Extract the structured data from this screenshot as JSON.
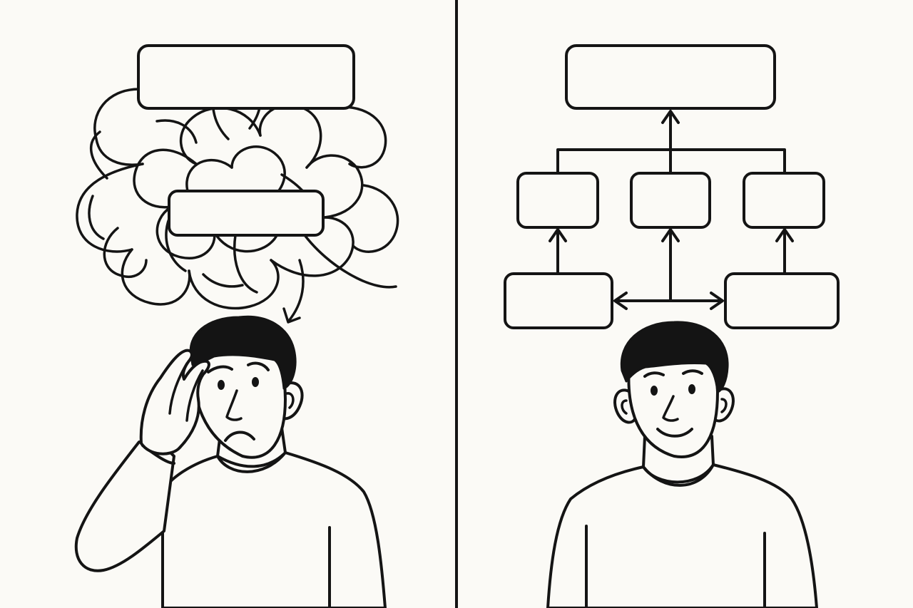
{
  "colors": {
    "background": "#fbfaf6",
    "ink": "#141414"
  },
  "panels": [
    {
      "id": "confused",
      "icon": "tangled-thoughts-icon",
      "mood": "frown"
    },
    {
      "id": "organized",
      "icon": "hierarchy-diagram-icon",
      "mood": "smile"
    }
  ]
}
